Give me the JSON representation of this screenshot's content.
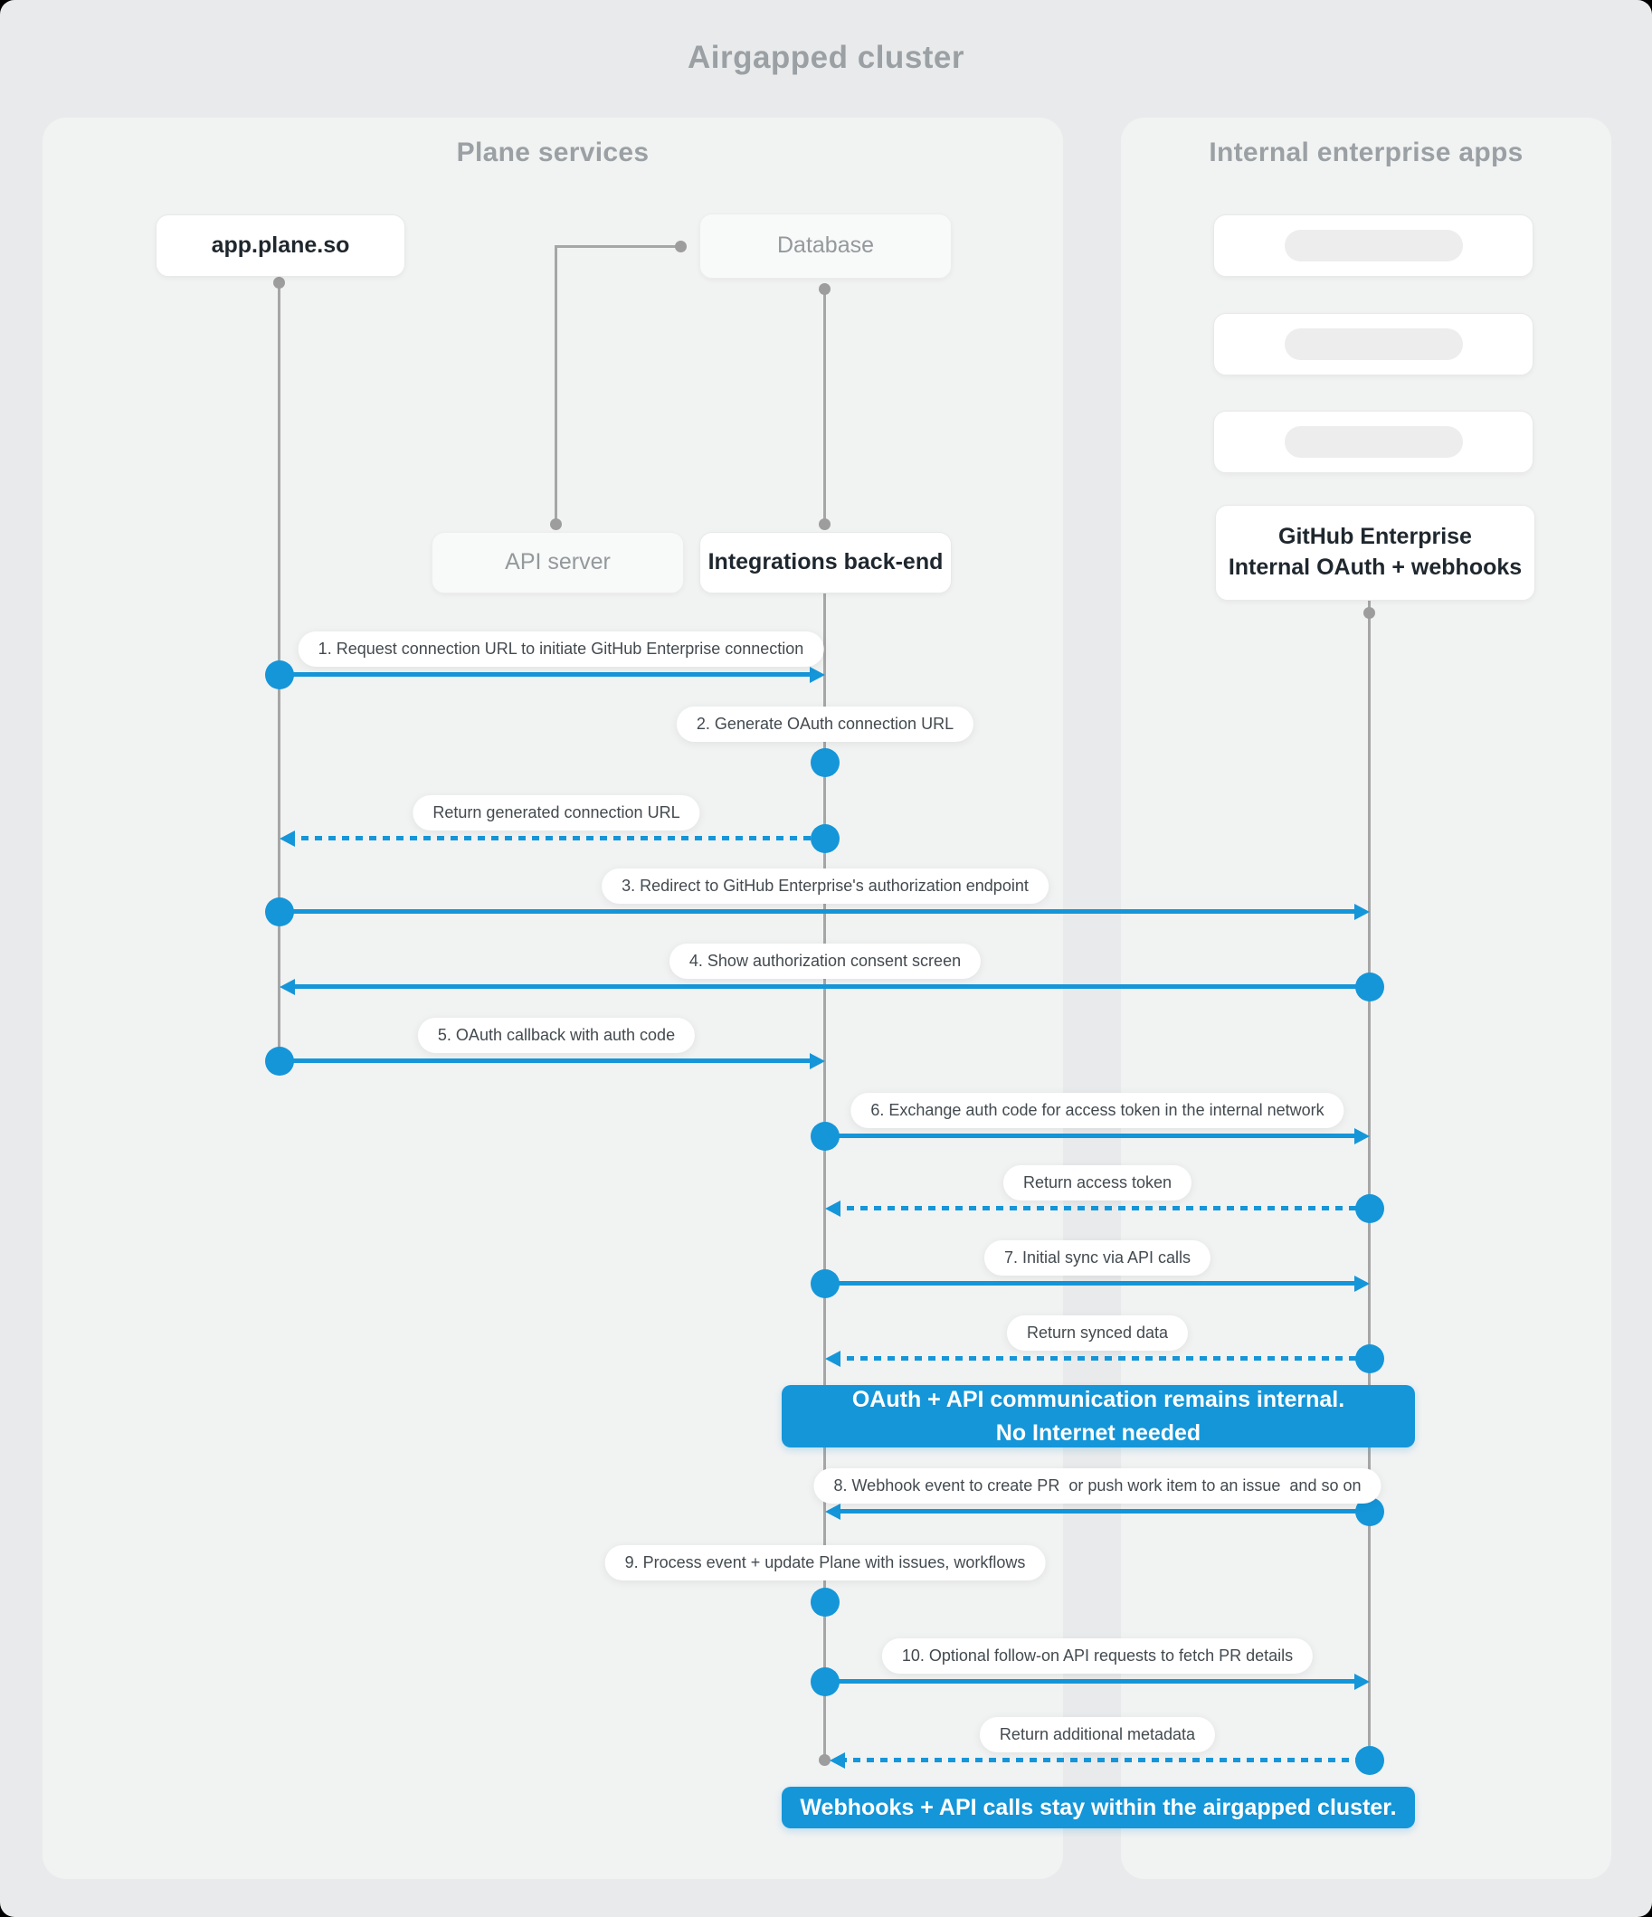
{
  "title": "Airgapped cluster",
  "panels": {
    "left": {
      "title": "Plane services"
    },
    "right": {
      "title": "Internal enterprise apps"
    }
  },
  "nodes": {
    "app": "app.plane.so",
    "database": "Database",
    "api_server": "API server",
    "integrations": "Integrations back-end",
    "github_line1": "GitHub Enterprise",
    "github_line2": "Internal OAuth + webhooks"
  },
  "messages": [
    "1. Request connection URL to initiate GitHub Enterprise connection",
    "2. Generate OAuth connection URL",
    "Return generated connection URL",
    "3. Redirect to GitHub Enterprise's authorization endpoint",
    "4. Show authorization consent screen",
    "5. OAuth callback with auth code",
    "6. Exchange auth code for access token in the internal network",
    "Return access token",
    "7. Initial sync via API calls",
    "Return synced data",
    "8. Webhook event to create PR  or push work item to an issue  and so on",
    "9. Process event + update Plane with issues, workflows",
    "10. Optional follow-on API requests to fetch PR details",
    "Return additional metadata"
  ],
  "banners": {
    "internal": {
      "line1": "OAuth + API communication remains internal.",
      "line2": "No Internet needed"
    },
    "airgapped": "Webhooks + API calls stay within the airgapped cluster."
  },
  "colors": {
    "accent_blue": "#1496d9",
    "outer_background": "#e9eaeb",
    "panel_background": "#f1f2f2",
    "lifeline_gray": "#a6a6a6",
    "dark_text": "#1f272e",
    "muted_text": "#94999c"
  }
}
